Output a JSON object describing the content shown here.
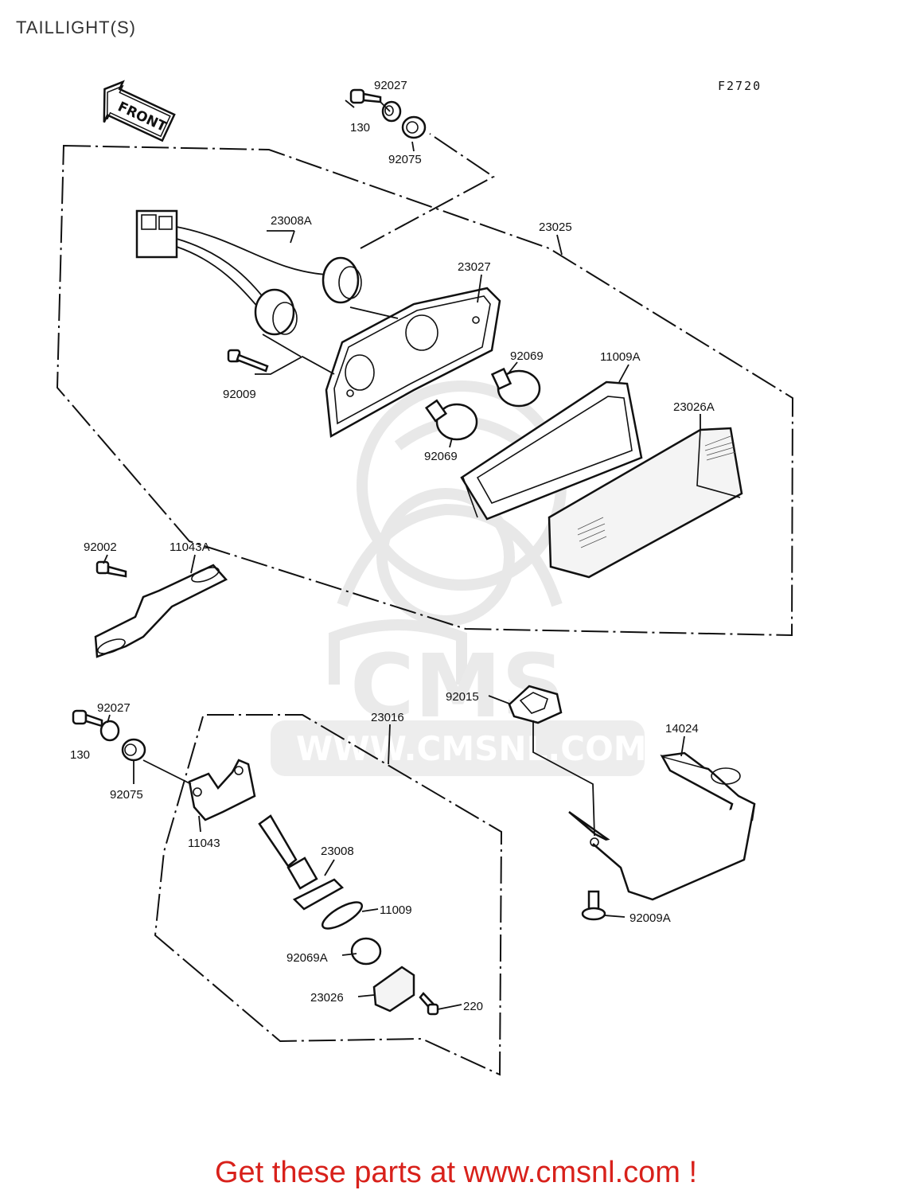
{
  "page": {
    "title": "TAILLIGHT(S)",
    "figure_code": "F2720",
    "front_label": "FRONT",
    "footer": "Get these parts at www.cmsnl.com !"
  },
  "watermark": {
    "brand": "CMS",
    "url": "WWW.CMSNL.COM"
  },
  "parts": [
    {
      "id": "p-92027-top",
      "number": "92027"
    },
    {
      "id": "p-130-top",
      "number": "130"
    },
    {
      "id": "p-92075-top",
      "number": "92075"
    },
    {
      "id": "p-23008a",
      "number": "23008A"
    },
    {
      "id": "p-23025",
      "number": "23025"
    },
    {
      "id": "p-23027",
      "number": "23027"
    },
    {
      "id": "p-92069-a",
      "number": "92069"
    },
    {
      "id": "p-11009a",
      "number": "11009A"
    },
    {
      "id": "p-92009",
      "number": "92009"
    },
    {
      "id": "p-23026a",
      "number": "23026A"
    },
    {
      "id": "p-92069-b",
      "number": "92069"
    },
    {
      "id": "p-92002",
      "number": "92002"
    },
    {
      "id": "p-11043a",
      "number": "11043A"
    },
    {
      "id": "p-92027-bottom",
      "number": "92027"
    },
    {
      "id": "p-130-bottom",
      "number": "130"
    },
    {
      "id": "p-23016",
      "number": "23016"
    },
    {
      "id": "p-92015",
      "number": "92015"
    },
    {
      "id": "p-14024",
      "number": "14024"
    },
    {
      "id": "p-92075-bottom",
      "number": "92075"
    },
    {
      "id": "p-11043",
      "number": "11043"
    },
    {
      "id": "p-23008",
      "number": "23008"
    },
    {
      "id": "p-11009",
      "number": "11009"
    },
    {
      "id": "p-92009a",
      "number": "92009A"
    },
    {
      "id": "p-92069a",
      "number": "92069A"
    },
    {
      "id": "p-23026",
      "number": "23026"
    },
    {
      "id": "p-220",
      "number": "220"
    }
  ]
}
